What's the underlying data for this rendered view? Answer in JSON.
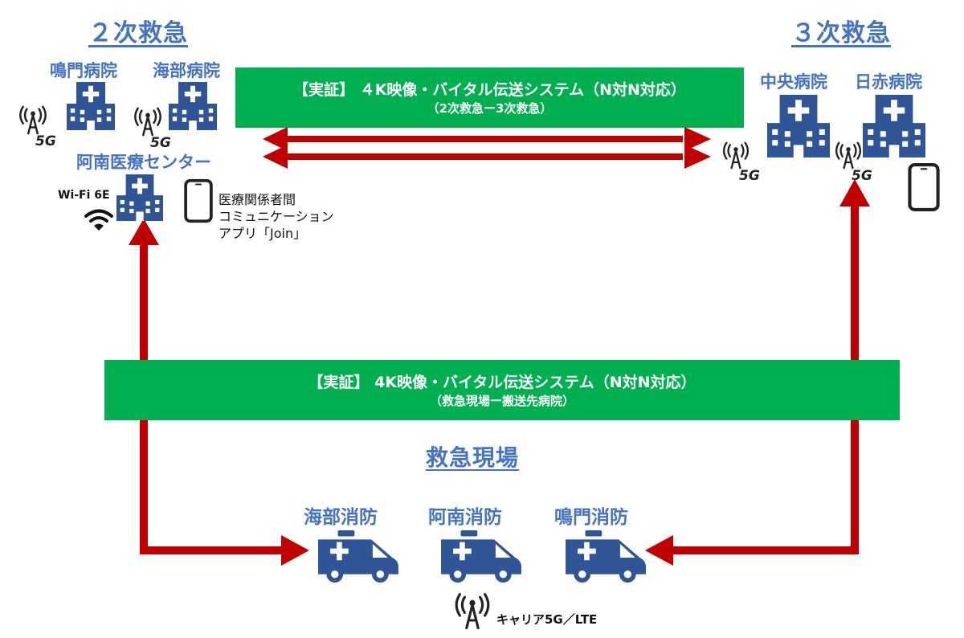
{
  "tiers": {
    "secondary": "２次救急",
    "tertiary": "３次救急",
    "scene": "救急現場"
  },
  "hospitals": {
    "naruto": "鳴門病院",
    "kaifu": "海部病院",
    "anan": "阿南医療センター",
    "chuo": "中央病院",
    "nisseki": "日赤病院"
  },
  "fire_departments": {
    "kaifu": "海部消防",
    "anan": "阿南消防",
    "naruto": "鳴門消防"
  },
  "banner_top": {
    "line1": "【実証】 ４K映像・バイタル伝送システム（N対N対応）",
    "line2": "（2次救急ー3次救急）"
  },
  "banner_mid": {
    "line1": "【実証】 4K映像・バイタル伝送システム（N対N対応）",
    "line2": "（救急現場ー搬送先病院）"
  },
  "app_note": {
    "line1": "医療関係者間",
    "line2": "コミュニケーション",
    "line3": "アプリ「Join」"
  },
  "network": {
    "wifi": "Wi-Fi 6E",
    "fiveg": "5G",
    "carrier": "キャリア5G／LTE"
  },
  "icons": [
    "hospital-icon",
    "ambulance-icon",
    "smartphone-icon",
    "antenna-5g-icon",
    "wifi-icon",
    "cell-tower-icon"
  ],
  "colors": {
    "blue": "#4472c4",
    "icon_blue": "#2f5597",
    "green": "#00b050",
    "red": "#c00000"
  }
}
